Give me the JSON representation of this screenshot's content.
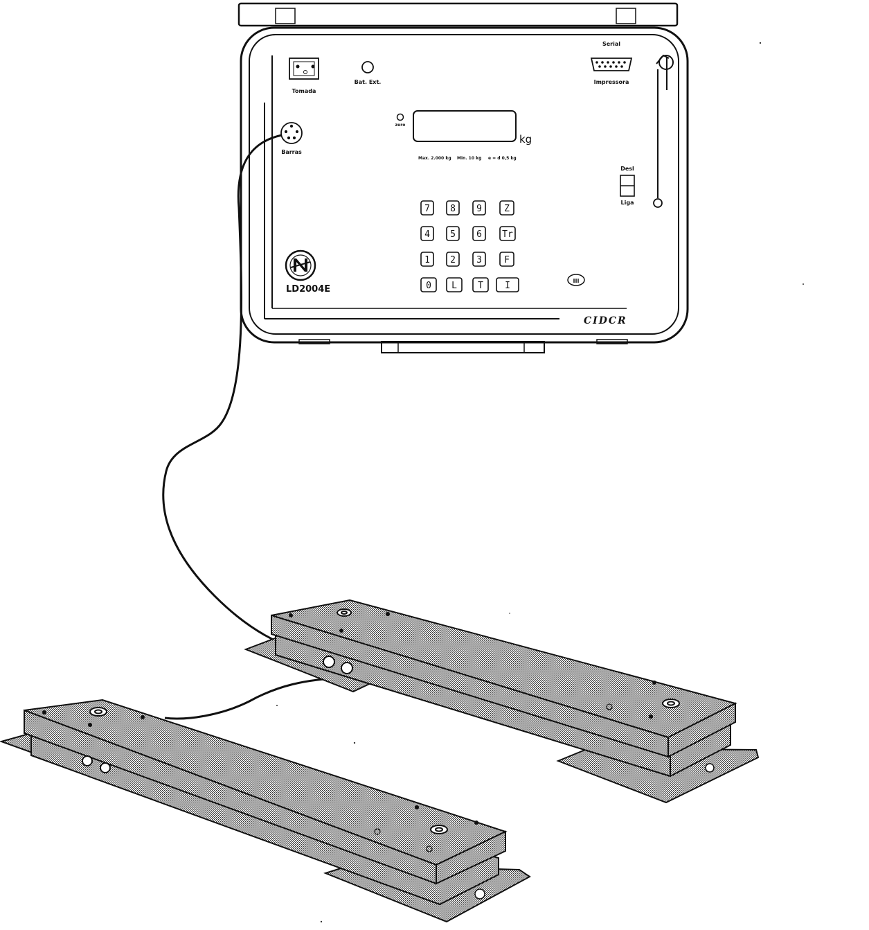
{
  "indicator": {
    "labels": {
      "power_switch": "Tomada",
      "ext_battery": "Bat. Ext.",
      "serial_top": "Serial",
      "serial_bottom": "Impressora",
      "bars_connector": "Barras",
      "zero_led": "zero",
      "off": "Desl",
      "on": "Liga"
    },
    "display": {
      "unit": "kg",
      "spec_max": "Max. 2.000 kg",
      "spec_min": "Min. 10 kg",
      "spec_e": "e = d 0,5 kg"
    },
    "keypad": [
      "7",
      "8",
      "9",
      "Z",
      "4",
      "5",
      "6",
      "Tr",
      "1",
      "2",
      "3",
      "F",
      "0",
      "L",
      "T",
      "I"
    ],
    "model": "LD2004E",
    "approval_mark": "III",
    "brand": "CIDCR"
  },
  "colors": {
    "ink": "#111111",
    "paper": "#ffffff",
    "dotted_fill": "#b8b8b8"
  },
  "icons": {
    "logo": "logo-emblem-icon"
  }
}
